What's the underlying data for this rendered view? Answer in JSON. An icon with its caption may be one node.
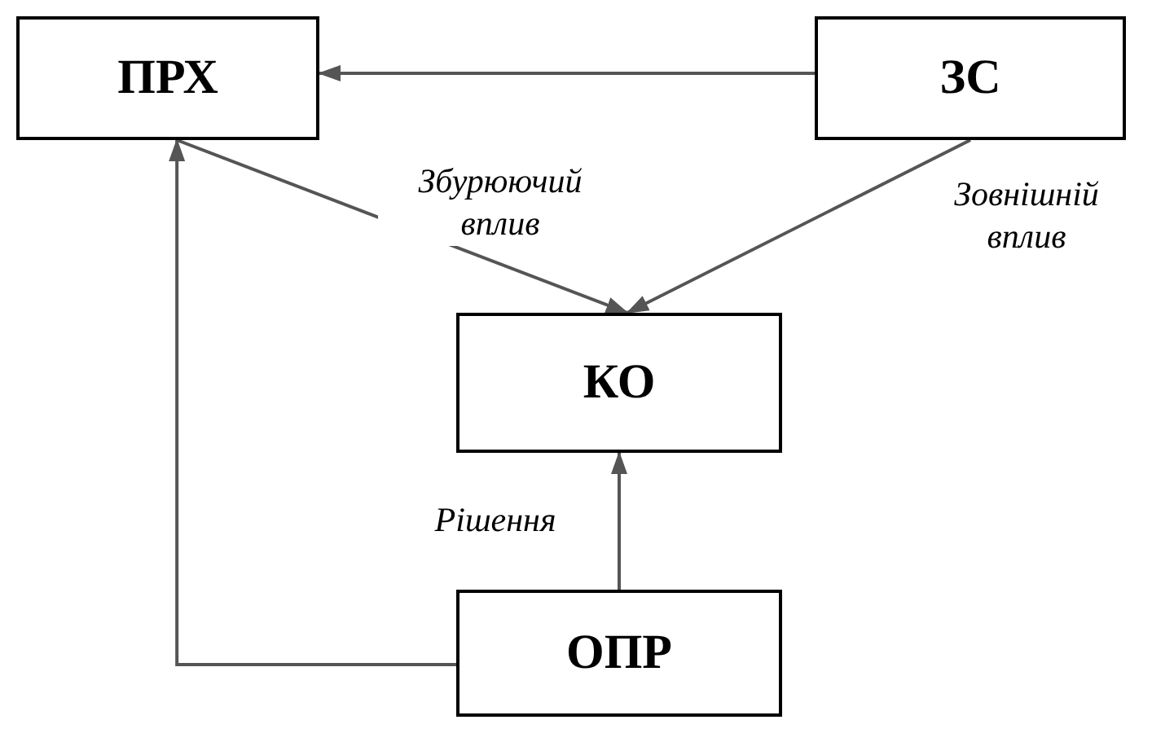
{
  "diagram": {
    "nodes": [
      {
        "text": [
          "ПРХ"
        ]
      },
      {
        "text": [
          "ЗС"
        ]
      },
      {
        "text": [
          "КО"
        ]
      },
      {
        "text": [
          "ОПР"
        ]
      }
    ],
    "edges": [
      {
        "from": 1,
        "to": 0,
        "arrow": "to"
      },
      {
        "from": 0,
        "to": 2,
        "arrow": "to",
        "label": "Збурюючий вплив"
      },
      {
        "from": 1,
        "to": 2,
        "arrow": "to",
        "label": "Зовнішній вплив"
      },
      {
        "from": 3,
        "to": 2,
        "arrow": "to",
        "label": "Рішення"
      },
      {
        "from": 3,
        "to": 0,
        "arrow": "to"
      }
    ]
  }
}
